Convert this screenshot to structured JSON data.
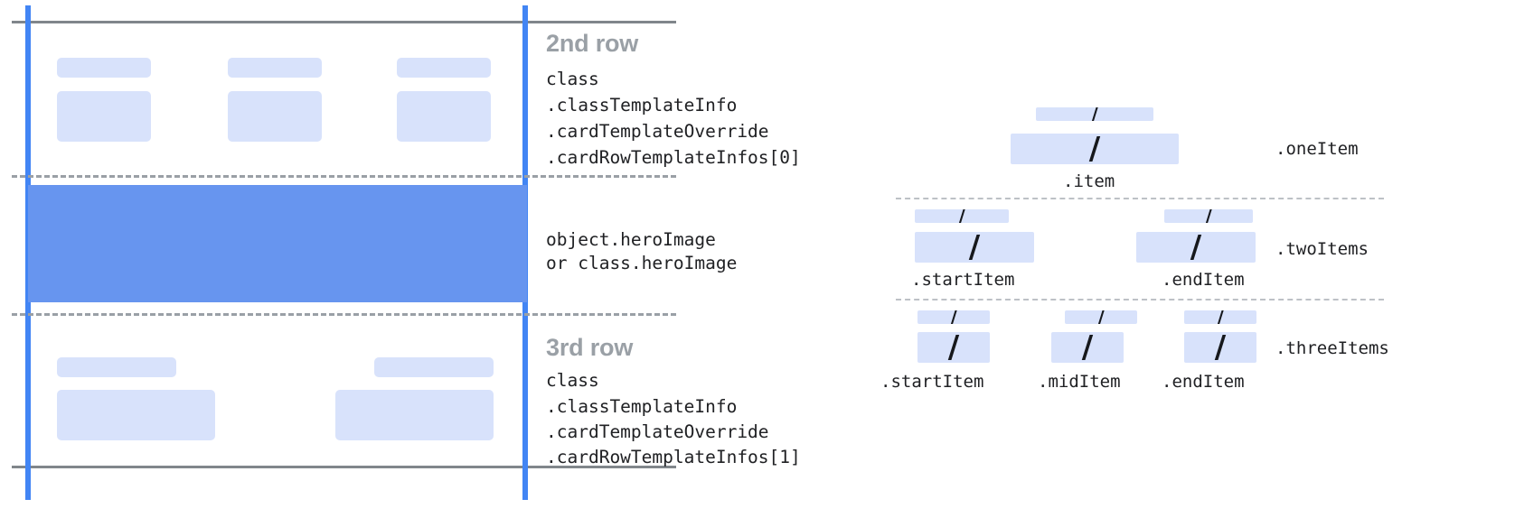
{
  "diagram": {
    "title_note": "Card template row anatomy diagram",
    "left_panel": {
      "rows": [
        {
          "heading": "2nd row",
          "code_lines": [
            "class",
            ".classTemplateInfo",
            ".cardTemplateOverride",
            ".cardRowTemplateInfos[0]"
          ],
          "placeholders": 3
        },
        {
          "heading": "",
          "code_lines": [
            "object.heroImage",
            "or class.heroImage"
          ],
          "placeholders": 0
        },
        {
          "heading": "3rd row",
          "code_lines": [
            "class",
            ".classTemplateInfo",
            ".cardTemplateOverride",
            ".cardRowTemplateInfos[1]"
          ],
          "placeholders": 2
        }
      ]
    },
    "right_panel": {
      "groups": [
        {
          "name": ".oneItem",
          "items": [
            ".item"
          ]
        },
        {
          "name": ".twoItems",
          "items": [
            ".startItem",
            ".endItem"
          ]
        },
        {
          "name": ".threeItems",
          "items": [
            ".startItem",
            ".midItem",
            ".endItem"
          ]
        }
      ],
      "slash_glyph": "/"
    },
    "colors": {
      "placeholder_fill": "#d8e2fb",
      "hero_fill": "#6795ef",
      "accent_line": "#4285f4",
      "solid_rule": "#80868b",
      "dashed_rule": "#9aa0a6",
      "dotted_rule": "#bdc1c6",
      "heading_text": "#9aa0a6",
      "code_text": "#202124"
    }
  }
}
